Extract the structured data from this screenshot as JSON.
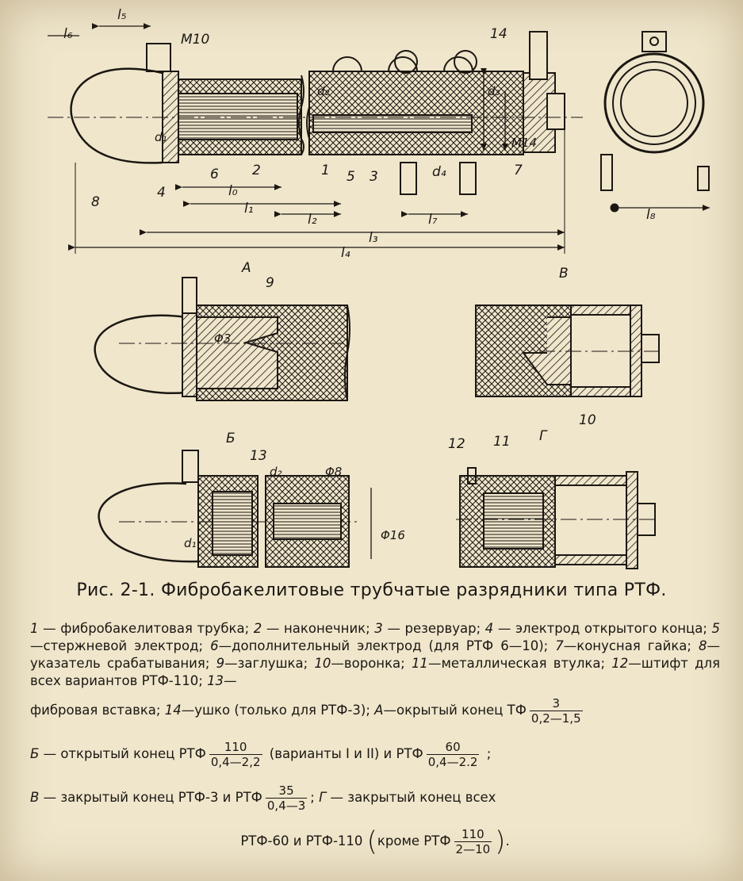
{
  "figure": {
    "labels": {
      "l6": "l₆",
      "l5": "l₅",
      "M10": "M10",
      "n14": "14",
      "d2": "d₂",
      "d3": "d₃",
      "M14": "M14",
      "d1": "d₁",
      "n8": "8",
      "n4": "4",
      "n6": "6",
      "n2": "2",
      "n1": "1",
      "n5": "5",
      "n3": "3",
      "n7": "7",
      "d4": "d₄",
      "l0": "l₀",
      "l1": "l₁",
      "l2": "l₂",
      "l7": "l₇",
      "l3": "l₃",
      "l4": "l₄",
      "l8": "l₈",
      "A": "А",
      "n9": "9",
      "phi3": "Φ3",
      "B": "В",
      "n10": "10",
      "Bb": "Б",
      "n13": "13",
      "d2b": "d₂",
      "phi8": "Φ8",
      "phi16": "Φ16",
      "d1b": "d₁",
      "G": "Г",
      "n12": "12",
      "n11": "11"
    }
  },
  "caption": "Рис. 2-1. Фибробакелитовые трубчатые разрядники типа РТФ.",
  "legend": {
    "p1_a": "1",
    "p1_b": " — фибробакелитовая трубка; ",
    "p1_c": "2",
    "p1_d": " — наконечник; ",
    "p1_e": "3",
    "p1_f": " — резервуар; ",
    "p1_g": "4",
    "p1_h": " — электрод открытого конца; ",
    "p1_i": "5",
    "p1_j": "—стержневой электрод; ",
    "p1_k": "6",
    "p1_l": "—дополнительный электрод (для РТФ 6—10); ",
    "p1_m": "7",
    "p1_n": "—конусная гайка; ",
    "p1_o": "8",
    "p1_p": "—указатель срабатывания; ",
    "p1_q": "9",
    "p1_r": "—заглушка; ",
    "p1_s": "10",
    "p1_t": "—воронка; ",
    "p1_u": "11",
    "p1_v": "—металлическая втулка; ",
    "p1_w": "12",
    "p1_x": "—штифт для всех вариантов РТФ-110; ",
    "p1_y": "13",
    "p1_z": "—",
    "p2_a": "фибровая вставка; ",
    "p2_b": "14",
    "p2_c": "—ушко (только для РТФ-3); ",
    "p2_d": "А",
    "p2_e": "—окрытый конец ТФ",
    "p2_fn": "3",
    "p2_fd": "0,2—1,5",
    "p3_a": "Б",
    "p3_b": " — открытый конец РТФ",
    "p3_fn": "110",
    "p3_fd": "0,4—2,2",
    "p3_c": " (варианты I и II) и РТФ",
    "p3_gn": "60",
    "p3_gd": "0,4—2.2",
    "p3_d": " ;",
    "p4_a": "В",
    "p4_b": " — закрытый конец РТФ-3 и РТФ",
    "p4_fn": "35",
    "p4_fd": "0,4—3",
    "p4_c": "; ",
    "p4_d": "Г",
    "p4_e": " — закрытый конец всех",
    "p5_a": "РТФ-60 и РТФ-110",
    "p5_b": "кроме РТФ",
    "p5_fn": "110",
    "p5_fd": "2—10",
    "p5_c": "."
  }
}
